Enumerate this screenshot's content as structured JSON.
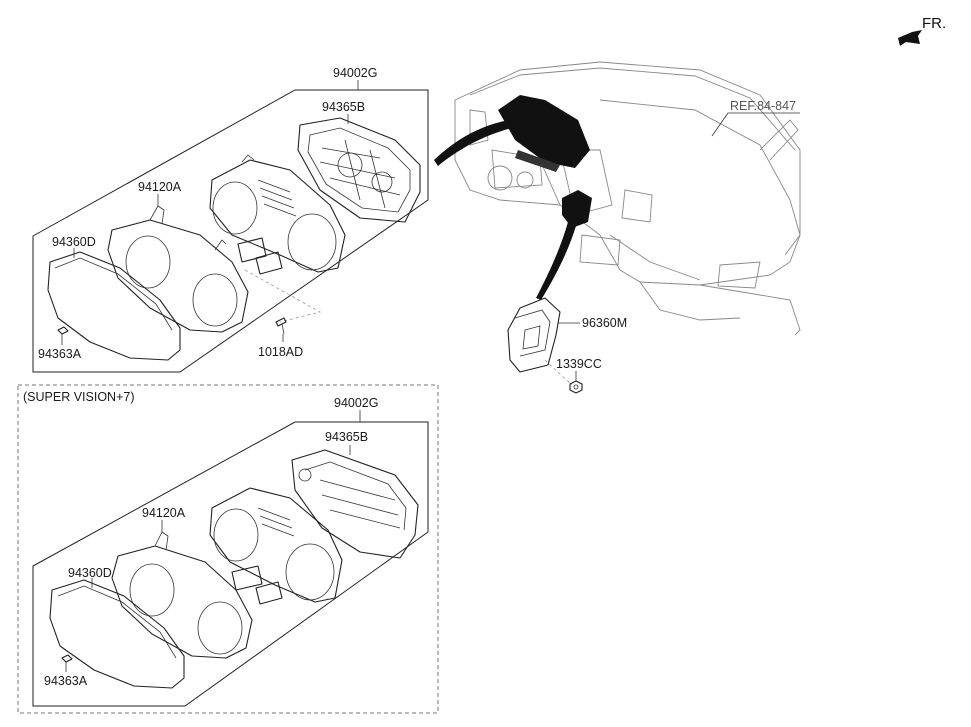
{
  "orientation": {
    "label": "FR."
  },
  "reference": {
    "label": "REF.84-847"
  },
  "standard_cluster": {
    "assembly": "94002G",
    "case": "94365B",
    "gauge": "94120A",
    "lens": "94360D",
    "clip": "94363A",
    "screw": "1018AD"
  },
  "hud_unit": {
    "part": "96360M",
    "nut": "1339CC"
  },
  "supervision_cluster": {
    "section_title": "(SUPER VISION+7)",
    "assembly": "94002G",
    "case": "94365B",
    "gauge": "94120A",
    "lens": "94360D",
    "clip": "94363A"
  }
}
